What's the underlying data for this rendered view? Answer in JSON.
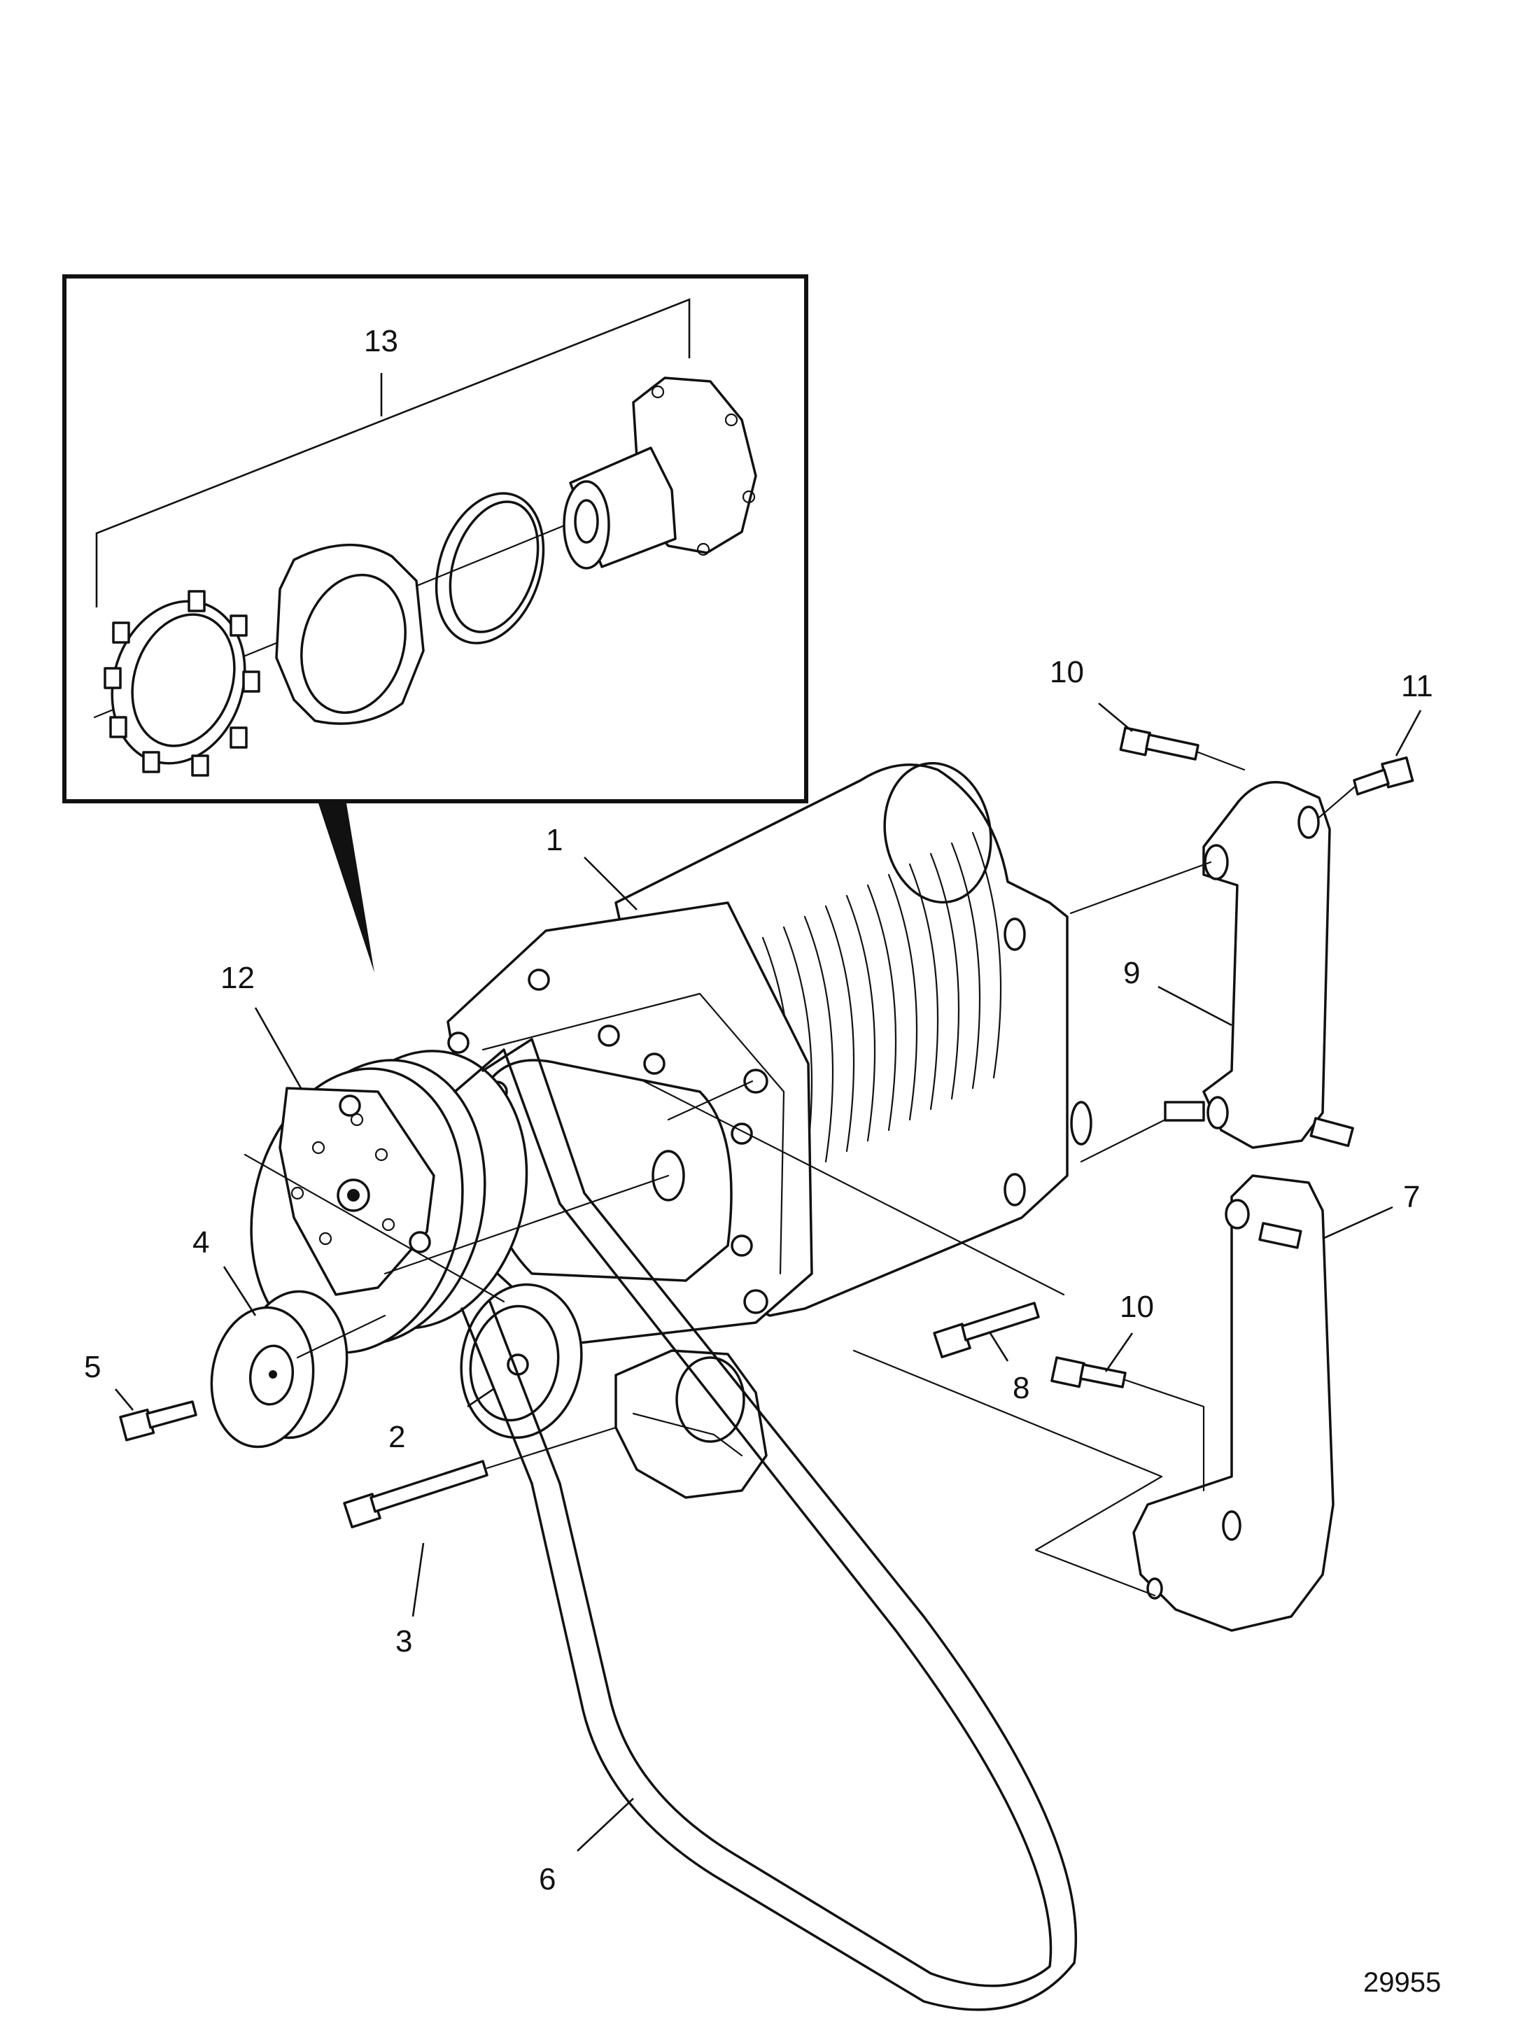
{
  "callouts": {
    "c1": "1",
    "c2": "2",
    "c3": "3",
    "c4": "4",
    "c5": "5",
    "c6": "6",
    "c7": "7",
    "c8": "8",
    "c9": "9",
    "c10a": "10",
    "c10b": "10",
    "c11": "11",
    "c12": "12",
    "c13": "13"
  },
  "figure_number": "29955"
}
